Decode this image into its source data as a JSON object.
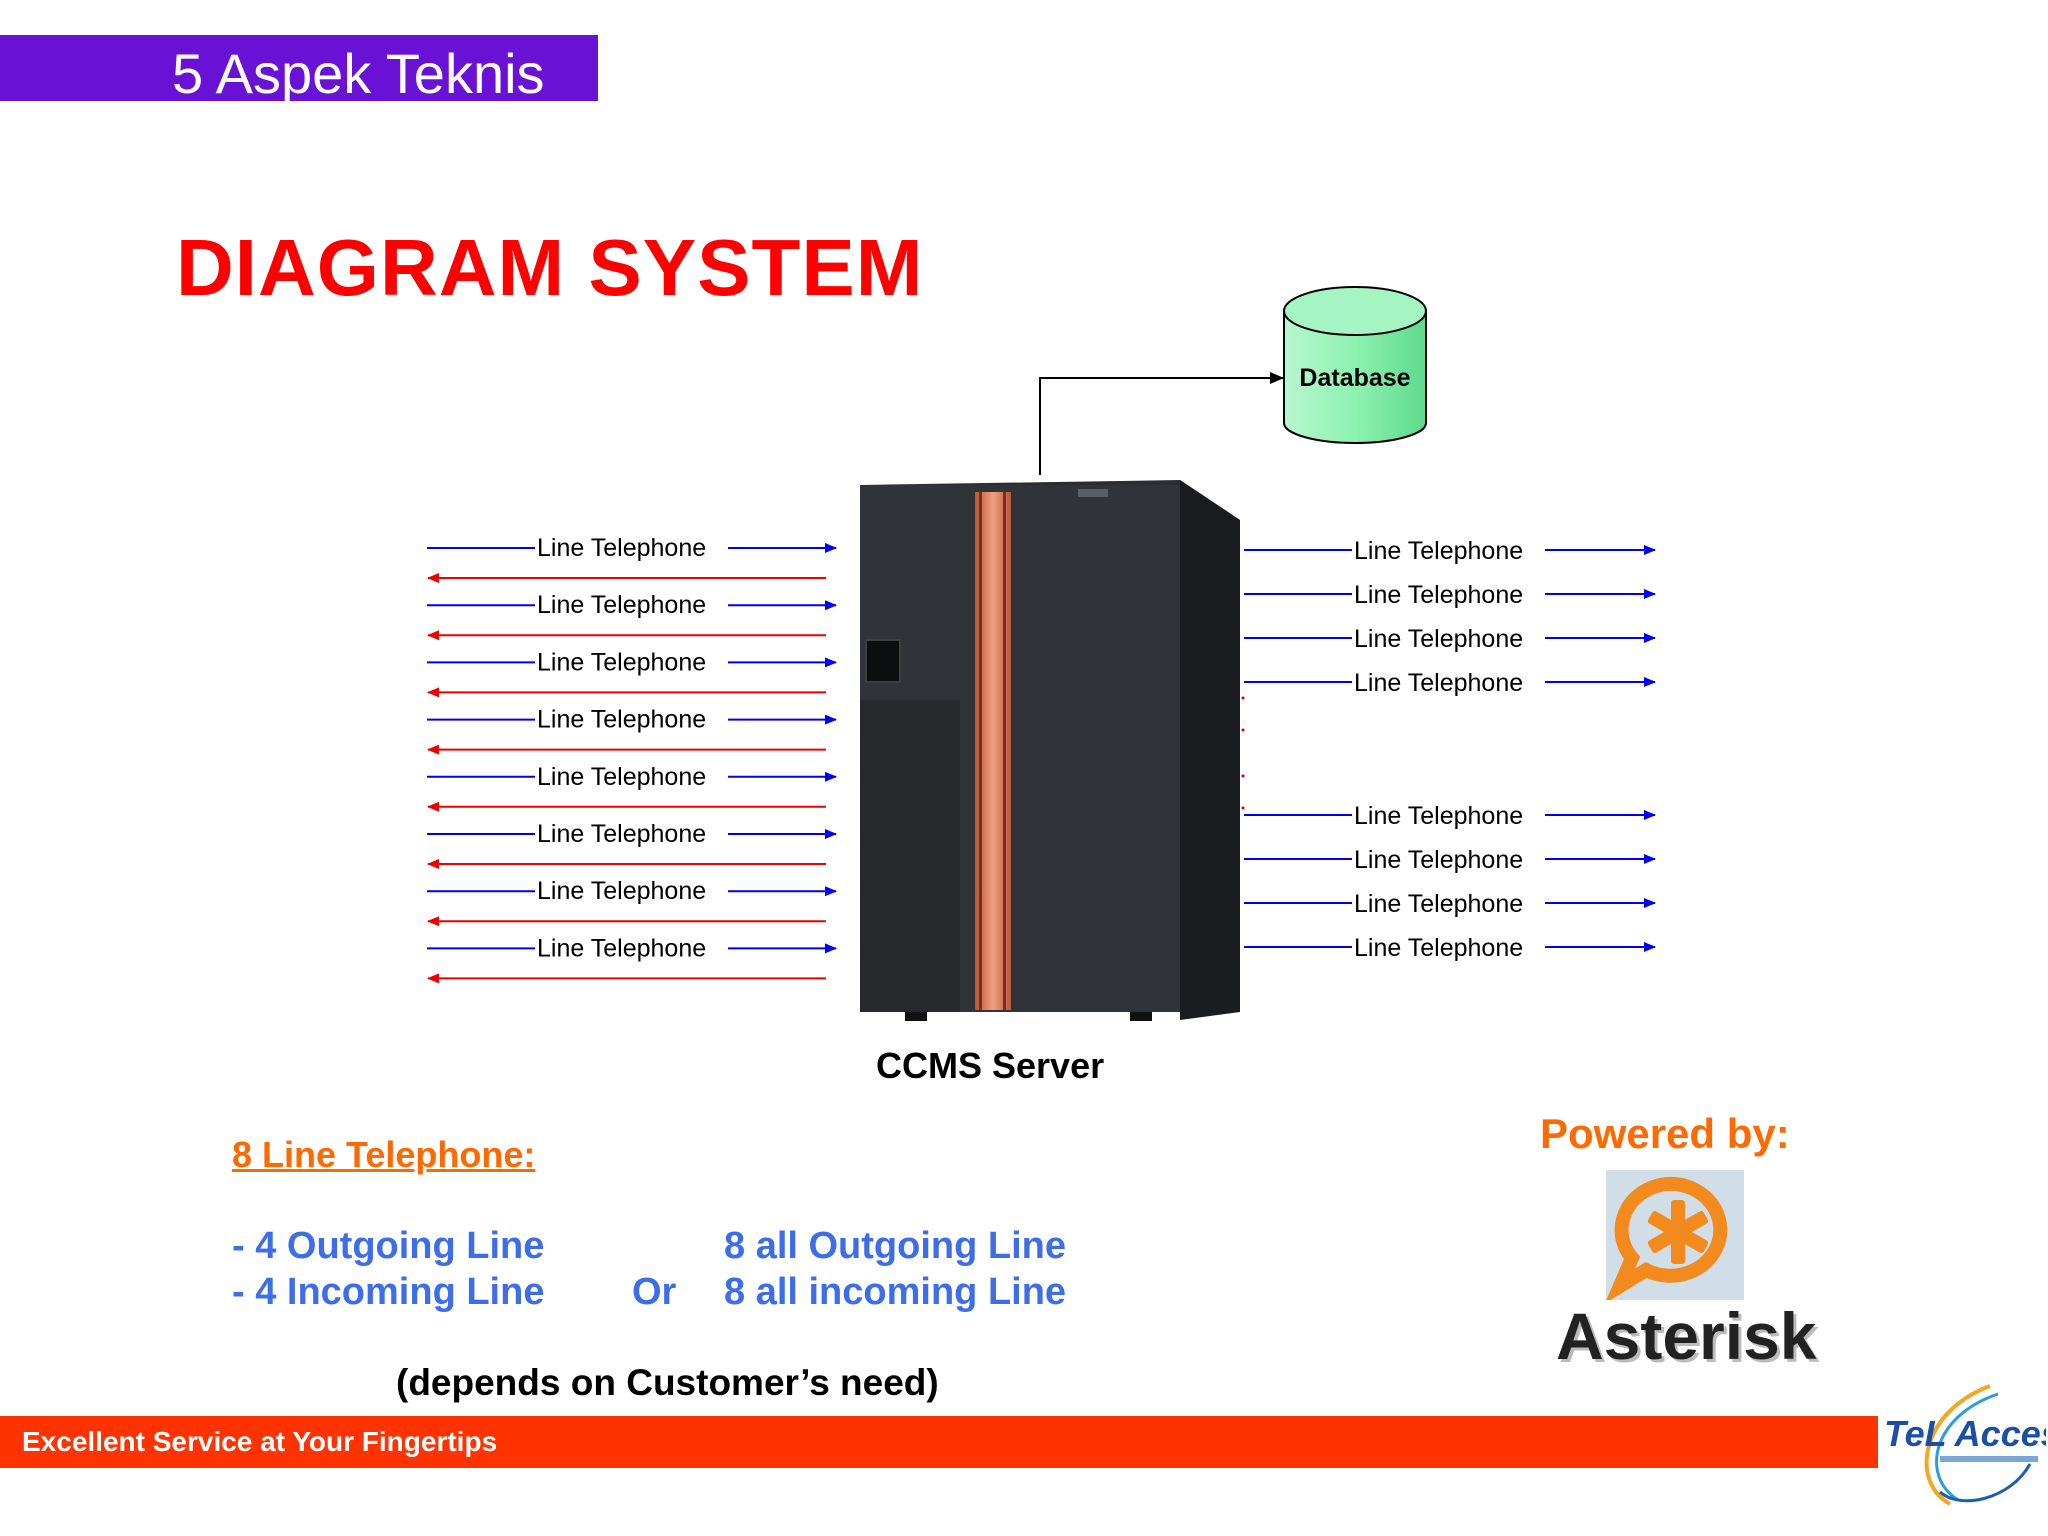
{
  "header": {
    "section_title": "5  Aspek Teknis"
  },
  "title": "DIAGRAM SYSTEM",
  "diagram": {
    "database_label": "Database",
    "server_label": "CCMS Server",
    "left_lines": [
      "Line Telephone",
      "Line Telephone",
      "Line Telephone",
      "Line Telephone",
      "Line Telephone",
      "Line Telephone",
      "Line Telephone",
      "Line Telephone"
    ],
    "right_lines": [
      "Line Telephone",
      "Line Telephone",
      "Line Telephone",
      "Line Telephone",
      "Line Telephone",
      "Line Telephone",
      "Line Telephone",
      "Line Telephone"
    ],
    "colors": {
      "outgoing": "#0000ee",
      "incoming": "#ee0000",
      "database_fill": "#8ef2b0"
    }
  },
  "info": {
    "heading": "8 Line Telephone:",
    "option_a": [
      "- 4 Outgoing Line",
      "- 4 Incoming Line"
    ],
    "or_label": "Or",
    "option_b": [
      "8 all Outgoing Line",
      "8 all incoming Line"
    ],
    "note": "(depends on Customer’s need)"
  },
  "powered_by": {
    "label": "Powered by:",
    "product": "Asterisk"
  },
  "footer": {
    "tagline": "Excellent Service at Your Fingertips",
    "brand": "TeL Access"
  },
  "icons": [
    "database-icon",
    "server-icon",
    "asterisk-logo-icon",
    "telaccess-logo-icon"
  ]
}
